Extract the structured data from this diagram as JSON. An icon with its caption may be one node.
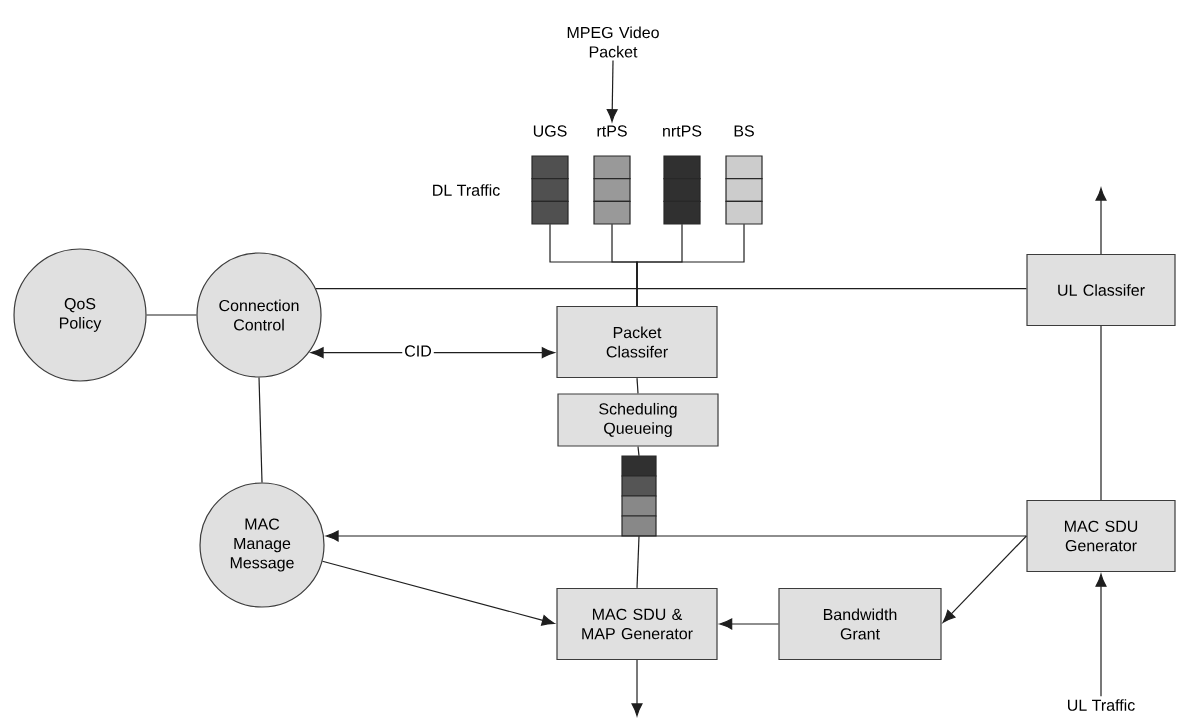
{
  "diagram": {
    "nodes": [
      {
        "text": [
          "MPEG Video Packet"
        ]
      },
      {
        "text": [
          "UGS"
        ]
      },
      {
        "text": [
          "rtPS"
        ]
      },
      {
        "text": [
          "nrtPS"
        ]
      },
      {
        "text": [
          "BS"
        ]
      },
      {
        "text": [
          "QoS Policy"
        ]
      },
      {
        "text": [
          "Connection Control"
        ]
      },
      {
        "text": [
          "Packet Classifer"
        ]
      },
      {
        "text": [
          "Scheduling Queueing"
        ]
      },
      {
        "text": [],
        "shape": "box"
      },
      {
        "text": [
          "MAC Manage Message"
        ]
      },
      {
        "text": [
          "MAC SDU & MAP Generator"
        ]
      },
      {
        "text": [
          "Bandwidth Grant"
        ]
      },
      {
        "text": [
          "MAC SDU Generator"
        ]
      },
      {
        "text": [
          "UL Classifer"
        ]
      },
      {
        "text": [
          "UL Traffic"
        ]
      }
    ],
    "edges": [
      {
        "from": 0,
        "to": 2,
        "arrow": "to"
      },
      {
        "from": 1,
        "to": 7,
        "arrow": "none"
      },
      {
        "from": 2,
        "to": 7,
        "arrow": "none"
      },
      {
        "from": 3,
        "to": 7,
        "arrow": "none"
      },
      {
        "from": 4,
        "to": 7,
        "arrow": "none"
      },
      {
        "from": 5,
        "to": 6,
        "arrow": "none"
      },
      {
        "from": 6,
        "to": 14,
        "arrow": "none"
      },
      {
        "from": 6,
        "to": 7,
        "arrow": "both",
        "label": "CID"
      },
      {
        "from": 7,
        "to": 8,
        "arrow": "none"
      },
      {
        "from": 8,
        "to": 9,
        "arrow": "none"
      },
      {
        "from": 9,
        "to": 11,
        "arrow": "none"
      },
      {
        "from": 6,
        "to": 10,
        "arrow": "none"
      },
      {
        "from": 13,
        "to": 10,
        "arrow": "to"
      },
      {
        "from": 10,
        "to": 11,
        "arrow": "to"
      },
      {
        "from": 13,
        "to": 12,
        "arrow": "to"
      },
      {
        "from": 12,
        "to": 11,
        "arrow": "to"
      },
      {
        "from": 11,
        "to": null,
        "arrow": "to"
      },
      {
        "from": 15,
        "to": 13,
        "arrow": "to"
      },
      {
        "from": 13,
        "to": 14,
        "arrow": "none"
      },
      {
        "from": 14,
        "to": null,
        "arrow": "to"
      }
    ],
    "labels": [
      "DL Traffic"
    ]
  }
}
